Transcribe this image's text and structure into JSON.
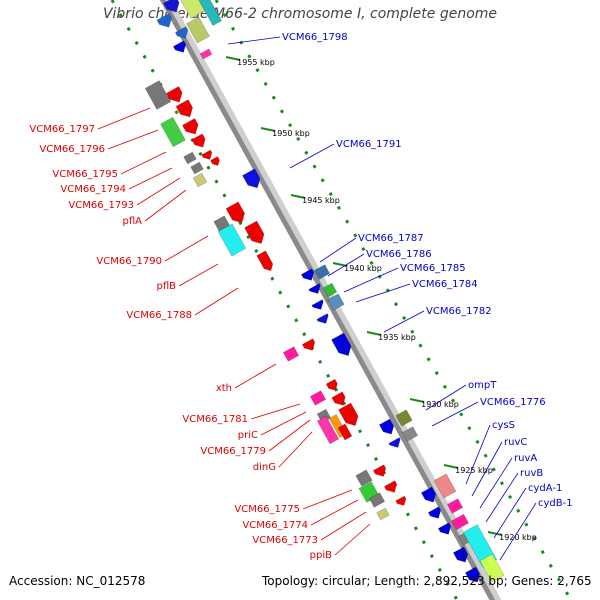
{
  "title": "Vibrio cholerae M66-2 chromosome I, complete genome",
  "footer": {
    "accession": "Accession: NC_012578",
    "topology": "Topology: circular; Length: 2,892,523 bp; Genes: 2,765"
  },
  "colors": {
    "backbone": "#8a8a8a",
    "dots": "#1a8a1a",
    "label_forward": "#0000cc",
    "label_reverse": "#dd0000"
  },
  "ticks": [
    "1955 kbp",
    "1950 kbp",
    "1945 kbp",
    "1940 kbp",
    "1935 kbp",
    "1930 kbp",
    "1925 kbp",
    "1920 kbp"
  ],
  "labels_forward": [
    "VCM66_1798",
    "VCM66_1791",
    "VCM66_1787",
    "VCM66_1786",
    "VCM66_1785",
    "VCM66_1784",
    "VCM66_1782",
    "ompT",
    "VCM66_1776",
    "cysS",
    "ruvC",
    "ruvA",
    "ruvB",
    "cydA-1",
    "cydB-1"
  ],
  "labels_reverse": [
    "VCM66_1797",
    "VCM66_1796",
    "VCM66_1795",
    "VCM66_1794",
    "VCM66_1793",
    "pflA",
    "VCM66_1790",
    "pflB",
    "VCM66_1788",
    "xth",
    "VCM66_1781",
    "priC",
    "VCM66_1779",
    "dinG",
    "VCM66_1775",
    "VCM66_1774",
    "VCM66_1773",
    "ppiB"
  ]
}
